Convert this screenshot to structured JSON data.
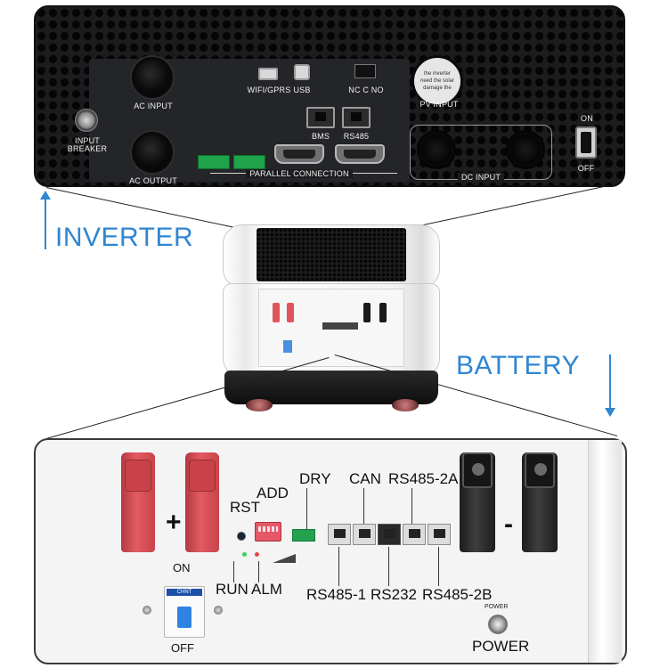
{
  "inverter_panel": {
    "input_breaker": "INPUT\nBREAKER",
    "ac_input": "AC INPUT",
    "ac_output": "AC OUTPUT",
    "wifi_gprs": "WIFI/GPRS",
    "usb": "USB",
    "dry_contact": "NC  C  NO",
    "bms": "BMS",
    "rs485": "RS485",
    "parallel_connection": "PARALLEL CONNECTION",
    "pv_input": "PV INPUT",
    "pv_sticker_text": "the inverter\nneed the solar\ndamage the",
    "dc_input": "DC INPUT",
    "switch_on": "ON",
    "switch_off": "OFF"
  },
  "labels": {
    "inverter": "INVERTER",
    "battery": "BATTERY"
  },
  "battery_panel": {
    "plus": "+",
    "minus": "-",
    "on": "ON",
    "off": "OFF",
    "rst": "RST",
    "add": "ADD",
    "dry": "DRY",
    "can": "CAN",
    "rs485_2a": "RS485-2A",
    "run": "RUN",
    "alm": "ALM",
    "rs485_1": "RS485-1",
    "rs232": "RS232",
    "rs485_2b": "RS485-2B",
    "power": "POWER",
    "power_small": "POWER",
    "breaker_brand": "CHNT"
  },
  "colors": {
    "accent_blue": "#2f86d1",
    "positive_red": "#e35b62",
    "terminal_green": "#24a24f"
  }
}
